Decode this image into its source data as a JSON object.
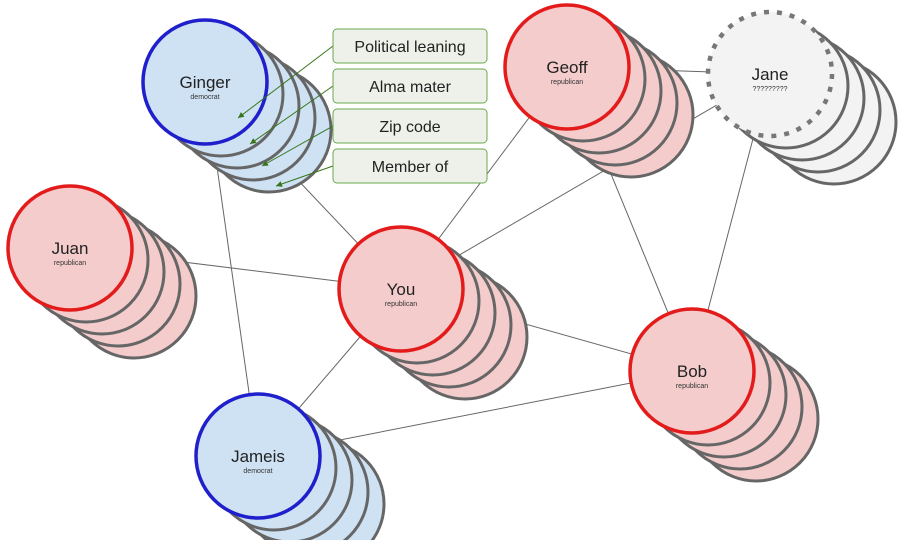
{
  "colors": {
    "republican_fill": "#f4cccc",
    "republican_stroke": "#e31b1b",
    "democrat_fill": "#cfe2f3",
    "democrat_stroke": "#1f1fcc",
    "unknown_fill": "#f3f3f3",
    "unknown_stroke": "#777777",
    "stack_stroke": "#666666",
    "edge": "#666666",
    "callout_fill": "#eef1ea",
    "callout_stroke": "#6aa84f",
    "arrow": "#38761d"
  },
  "nodes": [
    {
      "id": "ginger",
      "name": "Ginger",
      "party": "democrat",
      "kind": "democrat"
    },
    {
      "id": "geoff",
      "name": "Geoff",
      "party": "republican",
      "kind": "republican"
    },
    {
      "id": "jane",
      "name": "Jane",
      "party": "?????????",
      "kind": "unknown"
    },
    {
      "id": "juan",
      "name": "Juan",
      "party": "republican",
      "kind": "republican"
    },
    {
      "id": "you",
      "name": "You",
      "party": "republican",
      "kind": "republican"
    },
    {
      "id": "bob",
      "name": "Bob",
      "party": "republican",
      "kind": "republican"
    },
    {
      "id": "jameis",
      "name": "Jameis",
      "party": "democrat",
      "kind": "democrat"
    }
  ],
  "edges": [
    [
      "ginger",
      "you"
    ],
    [
      "ginger",
      "jameis"
    ],
    [
      "juan",
      "you"
    ],
    [
      "geoff",
      "you"
    ],
    [
      "geoff",
      "jane"
    ],
    [
      "geoff",
      "bob"
    ],
    [
      "jane",
      "you"
    ],
    [
      "jane",
      "bob"
    ],
    [
      "you",
      "bob"
    ],
    [
      "you",
      "jameis"
    ],
    [
      "jameis",
      "bob"
    ]
  ],
  "attributes": [
    {
      "label": "Political leaning"
    },
    {
      "label": "Alma mater"
    },
    {
      "label": "Zip code"
    },
    {
      "label": "Member of"
    }
  ]
}
